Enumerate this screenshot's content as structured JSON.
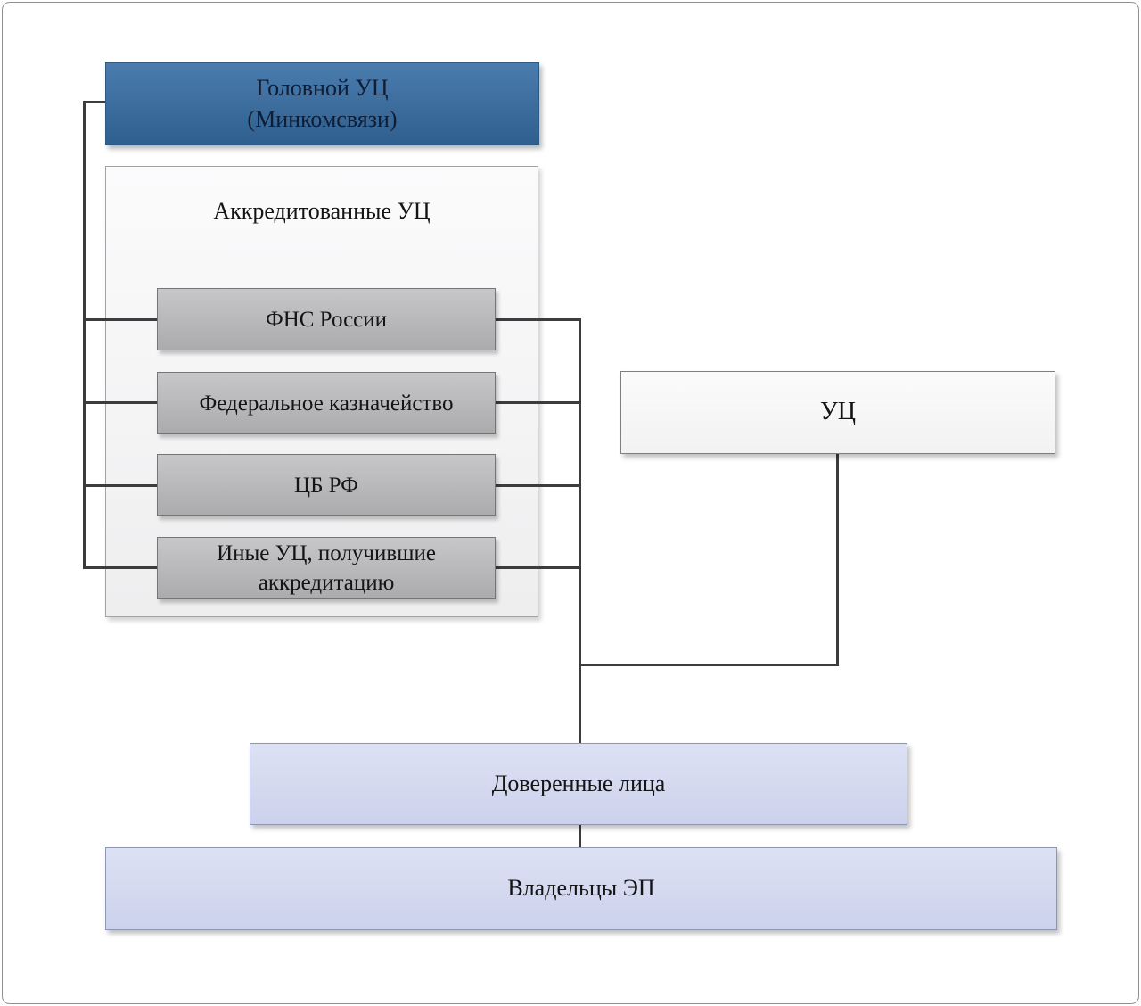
{
  "diagram": {
    "language": "ru",
    "nodes": {
      "head": {
        "label_line1": "Головной УЦ",
        "label_line2": "(Минкомсвязи)"
      },
      "accredited_group": {
        "label": "Аккредитованные УЦ"
      },
      "fns": {
        "label": "ФНС России"
      },
      "treasury": {
        "label": "Федеральное казначейство"
      },
      "cbrf": {
        "label": "ЦБ РФ"
      },
      "other_accredited": {
        "label": "Иные УЦ, получившие аккредитацию"
      },
      "uc": {
        "label": "УЦ"
      },
      "trusted": {
        "label": "Доверенные лица"
      },
      "owners": {
        "label": "Владельцы ЭП"
      }
    },
    "edges": [
      {
        "from": "head",
        "to": "fns"
      },
      {
        "from": "head",
        "to": "treasury"
      },
      {
        "from": "head",
        "to": "cbrf"
      },
      {
        "from": "head",
        "to": "other_accredited"
      },
      {
        "from": "fns",
        "to": "trusted"
      },
      {
        "from": "treasury",
        "to": "trusted"
      },
      {
        "from": "cbrf",
        "to": "trusted"
      },
      {
        "from": "other_accredited",
        "to": "trusted"
      },
      {
        "from": "uc",
        "to": "trusted"
      },
      {
        "from": "trusted",
        "to": "owners"
      }
    ],
    "colors": {
      "head-top": "#4a7cae",
      "head-bottom": "#2f5f8e",
      "head-border": "#2d5a85",
      "group-top": "#fbfbfc",
      "group-bottom": "#eeeeef",
      "group-border": "#a3a3a5",
      "gray-top": "#c7c7c9",
      "gray-bottom": "#ababad",
      "gray-border": "#757577",
      "uc-top": "#fbfbfb",
      "uc-bottom": "#f2f2f3",
      "uc-border": "#7f7f7f",
      "lav-top": "#dde1f4",
      "lav-bottom": "#ccd2ec",
      "lav-border": "#8d96b4",
      "line": "#3c3c3c"
    }
  }
}
